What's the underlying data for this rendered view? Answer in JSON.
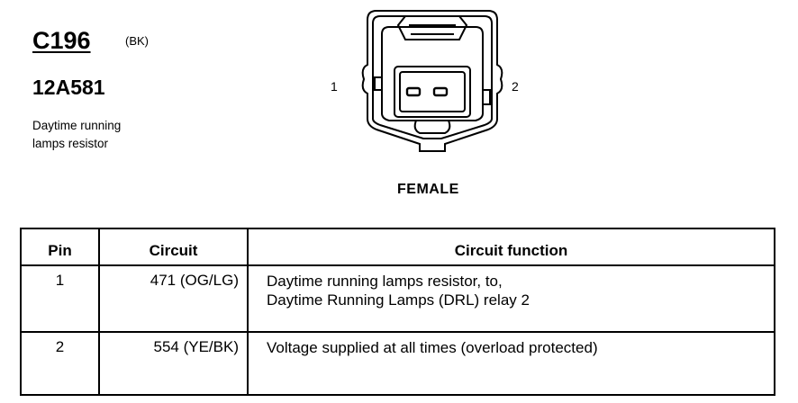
{
  "connector": {
    "id": "C196",
    "color": "(BK)",
    "part_number": "12A581",
    "description": [
      "Daytime running",
      "lamps resistor"
    ],
    "pin_labels": [
      "1",
      "2"
    ],
    "gender": "FEMALE"
  },
  "table": {
    "headers": [
      "Pin",
      "Circuit",
      "Circuit function"
    ],
    "rows": [
      {
        "pin": "1",
        "circuit": "471 (OG/LG)",
        "function": [
          "Daytime running lamps resistor, to,",
          "Daytime Running Lamps (DRL) relay 2"
        ]
      },
      {
        "pin": "2",
        "circuit": "554 (YE/BK)",
        "function": [
          "Voltage supplied at all times (overload protected)"
        ]
      }
    ]
  }
}
